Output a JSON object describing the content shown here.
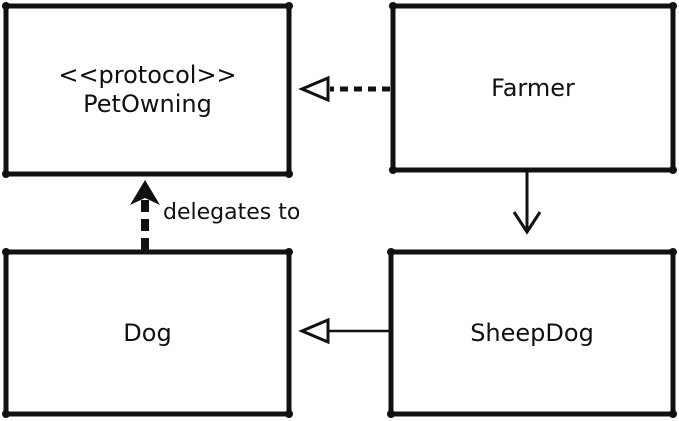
{
  "nodes": {
    "petowning": {
      "stereotype": "<<protocol>>",
      "name": "PetOwning"
    },
    "farmer": {
      "name": "Farmer"
    },
    "dog": {
      "name": "Dog"
    },
    "sheepdog": {
      "name": "SheepDog"
    }
  },
  "edges": {
    "delegate_label": "delegates to"
  }
}
